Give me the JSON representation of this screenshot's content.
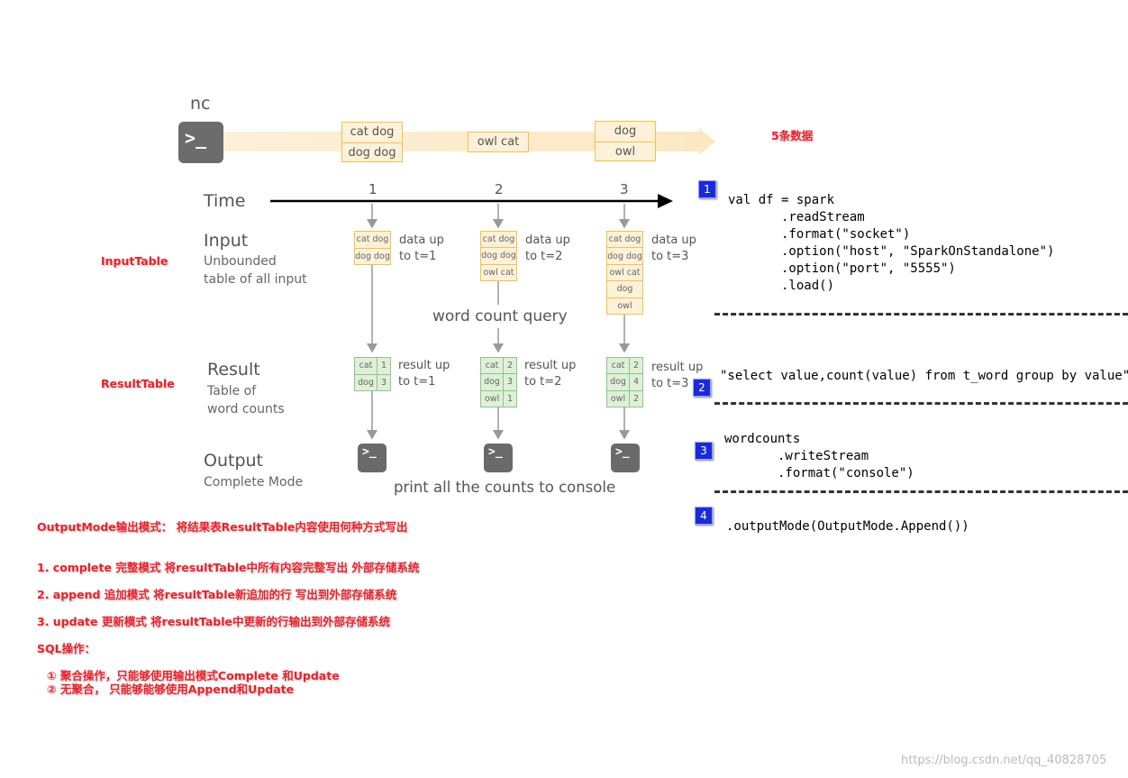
{
  "source": {
    "label": "nc",
    "batches": [
      {
        "lines": [
          "cat dog",
          "dog dog"
        ]
      },
      {
        "lines": [
          "owl cat"
        ]
      },
      {
        "lines": [
          "dog",
          "owl"
        ]
      }
    ],
    "note": "5条数据"
  },
  "timeline": {
    "label": "Time",
    "ticks": [
      "1",
      "2",
      "3"
    ]
  },
  "input": {
    "title": "Input",
    "subtitle_lines": [
      "Unbounded",
      "table of all input"
    ],
    "tag": "InputTable",
    "steps": [
      {
        "rows": [
          "cat dog",
          "dog dog"
        ],
        "caption": [
          "data up",
          "to t=1"
        ]
      },
      {
        "rows": [
          "cat dog",
          "dog dog",
          "owl cat"
        ],
        "caption": [
          "data up",
          "to t=2"
        ]
      },
      {
        "rows": [
          "cat dog",
          "dog dog",
          "owl cat",
          "dog",
          "owl"
        ],
        "caption": [
          "data up",
          "to t=3"
        ]
      }
    ]
  },
  "query_label": "word count query",
  "result": {
    "title": "Result",
    "subtitle_lines": [
      "Table of",
      "word counts"
    ],
    "tag": "ResultTable",
    "steps": [
      {
        "rows": [
          [
            "cat",
            "1"
          ],
          [
            "dog",
            "3"
          ]
        ],
        "caption": [
          "result up",
          "to t=1"
        ]
      },
      {
        "rows": [
          [
            "cat",
            "2"
          ],
          [
            "dog",
            "3"
          ],
          [
            "owl",
            "1"
          ]
        ],
        "caption": [
          "result up",
          "to t=2"
        ]
      },
      {
        "rows": [
          [
            "cat",
            "2"
          ],
          [
            "dog",
            "4"
          ],
          [
            "owl",
            "2"
          ]
        ],
        "caption": [
          "result up",
          "to t=3"
        ]
      }
    ]
  },
  "output": {
    "title": "Output",
    "subtitle": "Complete Mode",
    "caption": "print all the counts to console"
  },
  "notes": {
    "heading": "OutputMode输出模式：   将结果表ResultTable内容使用何种方式写出",
    "modes": [
      "1. complete 完整模式 将resultTable中所有内容完整写出 外部存储系统",
      "2. append 追加模式 将resultTable新追加的行 写出到外部存储系统",
      "3. update 更新模式 将resultTable中更新的行输出到外部存储系统"
    ],
    "sql_heading": "SQL操作：",
    "sql_items": [
      "① 聚合操作，只能够使用输出模式Complete 和Update",
      "② 无聚合，         只能够能够使用Append和Update"
    ]
  },
  "code_blocks": [
    {
      "badge": "1",
      "code": "val df = spark\n       .readStream\n       .format(\"socket\")\n       .option(\"host\", \"SparkOnStandalone\")\n       .option(\"port\", \"5555\")\n       .load()"
    },
    {
      "badge": "2",
      "code": "\"select value,count(value) from t_word group by value\""
    },
    {
      "badge": "3",
      "code": "wordcounts\n       .writeStream\n       .format(\"console\")"
    },
    {
      "badge": "4",
      "code": ".outputMode(OutputMode.Append())"
    }
  ],
  "watermark": "https://blog.csdn.net/qq_40828705",
  "colors": {
    "input_fill": "#fdf1d9",
    "input_border": "#f5c04a",
    "result_fill": "#dff0d8",
    "result_border": "#8ec38e",
    "badge": "#1a2ad8",
    "note_red": "#e8202a"
  }
}
